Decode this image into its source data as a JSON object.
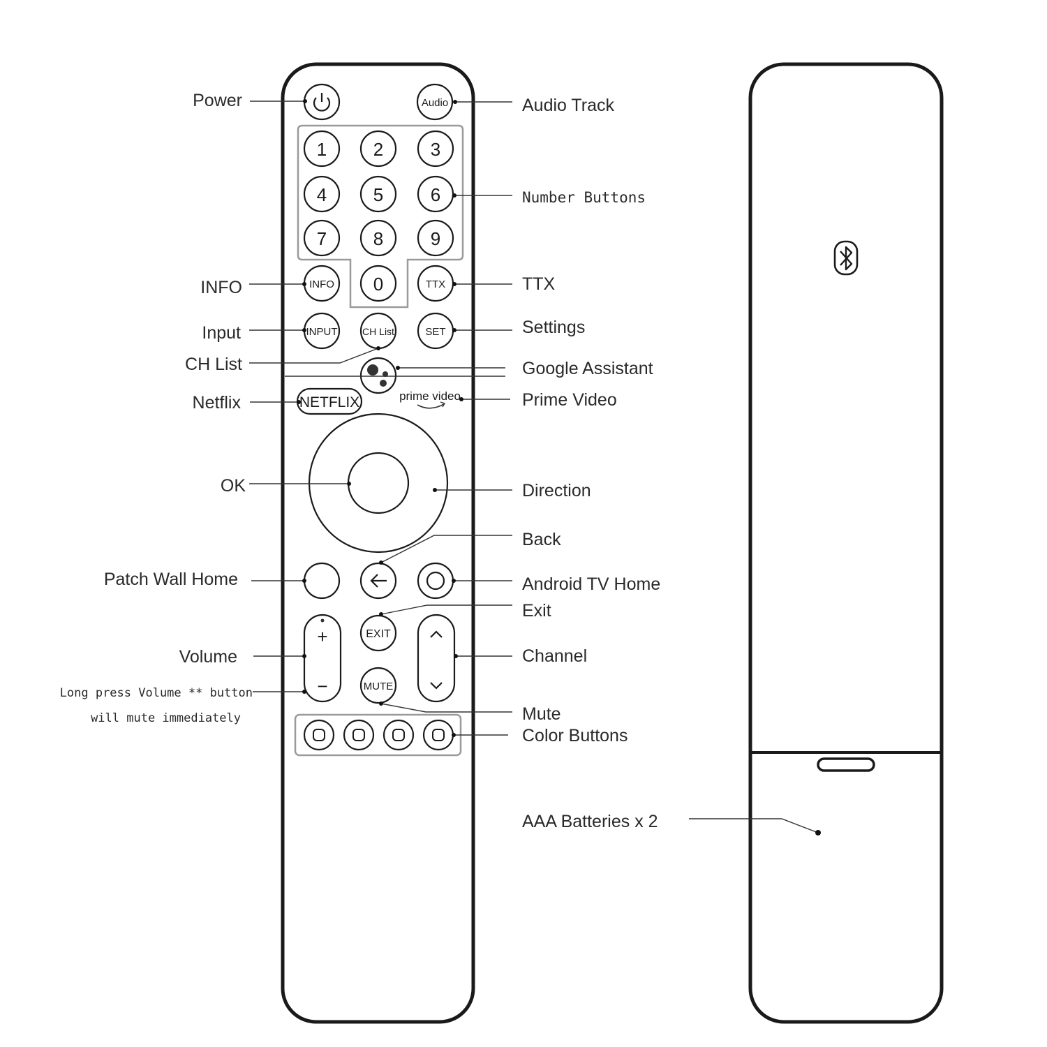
{
  "remote": {
    "buttons": {
      "audio": "Audio",
      "numbers": [
        "1",
        "2",
        "3",
        "4",
        "5",
        "6",
        "7",
        "8",
        "9",
        "0"
      ],
      "info": "INFO",
      "ttx": "TTX",
      "input": "INPUT",
      "ch_list": "CH List",
      "set": "SET",
      "netflix": "NETFLIX",
      "prime_video": "prime video",
      "exit": "EXIT",
      "mute": "MUTE",
      "volume_plus": "+",
      "volume_minus": "−"
    },
    "icons": [
      "power-icon",
      "google-assistant-icon",
      "back-arrow-icon",
      "circle-home-icon",
      "chevron-up-icon",
      "chevron-down-icon",
      "bluetooth-icon"
    ]
  },
  "labels_left": {
    "power": "Power",
    "info": "INFO",
    "input": "Input",
    "ch_list": "CH List",
    "netflix": "Netflix",
    "ok": "OK",
    "patch_wall_home": "Patch Wall Home",
    "volume": "Volume",
    "volume_note_line1": "Long press Volume ** button",
    "volume_note_line2": "will mute immediately"
  },
  "labels_right": {
    "audio_track": "Audio Track",
    "number_buttons": "Number Buttons",
    "ttx": "TTX",
    "settings": "Settings",
    "google_assistant": "Google Assistant",
    "prime_video": "Prime Video",
    "direction": "Direction",
    "back": "Back",
    "android_tv_home": "Android TV Home",
    "exit": "Exit",
    "channel": "Channel",
    "mute": "Mute",
    "color_buttons": "Color Buttons",
    "aaa_batteries": "AAA Batteries x 2"
  }
}
